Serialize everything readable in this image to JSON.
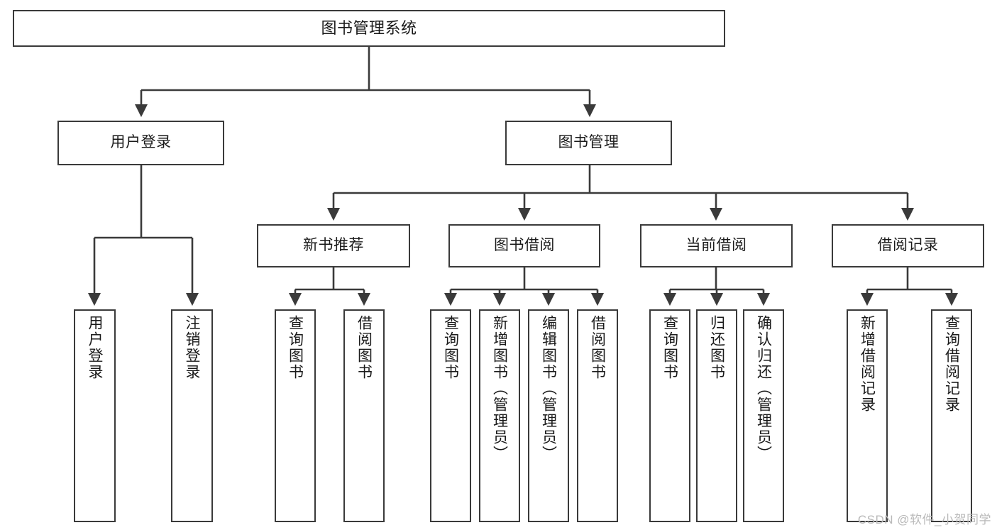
{
  "diagram": {
    "title": "图书管理系统",
    "type": "功能结构图",
    "colors": {
      "background": "#ffffff",
      "node_border": "#3a3a3a",
      "node_fill": "#ffffff",
      "connector": "#3a3a3a",
      "text": "#1a1a1a",
      "watermark": "#b9b9b9"
    },
    "watermark": "CSDN @软件_小贺同学"
  },
  "nodes": {
    "root": {
      "label": "图书管理系统"
    },
    "tier1": [
      {
        "id": "user-login",
        "label": "用户登录"
      },
      {
        "id": "book-manage",
        "label": "图书管理"
      }
    ],
    "tier2": [
      {
        "id": "new-book-recommend",
        "label": "新书推荐"
      },
      {
        "id": "book-borrow",
        "label": "图书借阅"
      },
      {
        "id": "current-borrow",
        "label": "当前借阅"
      },
      {
        "id": "borrow-record",
        "label": "借阅记录"
      }
    ],
    "leaves": [
      {
        "id": "leaf-user-login",
        "label": "用户登录",
        "parent": "user-login"
      },
      {
        "id": "leaf-user-logout",
        "label": "注销登录",
        "parent": "user-login"
      },
      {
        "id": "leaf-query-book-1",
        "label": "查询图书",
        "parent": "new-book-recommend"
      },
      {
        "id": "leaf-borrow-book-1",
        "label": "借阅图书",
        "parent": "new-book-recommend"
      },
      {
        "id": "leaf-query-book-2",
        "label": "查询图书",
        "parent": "book-borrow"
      },
      {
        "id": "leaf-add-book",
        "label": "新增图书（管理员）",
        "parent": "book-borrow"
      },
      {
        "id": "leaf-edit-book",
        "label": "编辑图书（管理员）",
        "parent": "book-borrow"
      },
      {
        "id": "leaf-borrow-book-2",
        "label": "借阅图书",
        "parent": "book-borrow"
      },
      {
        "id": "leaf-query-book-3",
        "label": "查询图书",
        "parent": "current-borrow"
      },
      {
        "id": "leaf-return-book",
        "label": "归还图书",
        "parent": "current-borrow"
      },
      {
        "id": "leaf-confirm-return",
        "label": "确认归还（管理员）",
        "parent": "current-borrow"
      },
      {
        "id": "leaf-add-record",
        "label": "新增借阅记录",
        "parent": "borrow-record"
      },
      {
        "id": "leaf-query-record",
        "label": "查询借阅记录",
        "parent": "borrow-record"
      }
    ]
  }
}
